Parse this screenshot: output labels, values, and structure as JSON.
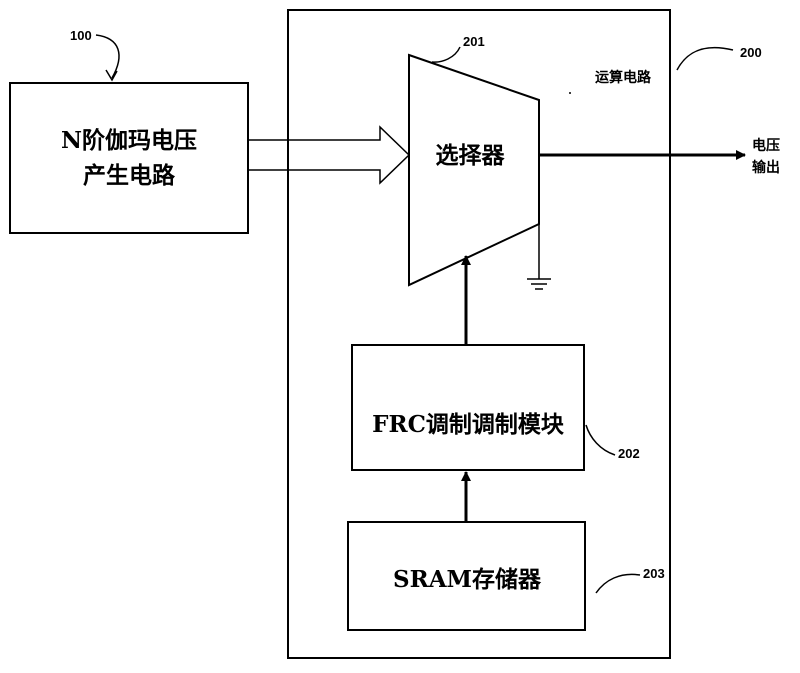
{
  "diagram": {
    "gamma_generator": {
      "ref": "100",
      "label_line1": "N阶伽玛电压",
      "label_line2": "产生电路"
    },
    "operation_circuit": {
      "ref": "200",
      "label": "运算电路"
    },
    "selector": {
      "ref": "201",
      "label": "选择器"
    },
    "frc_module": {
      "ref": "202",
      "label": "FRC调制调制模块"
    },
    "sram": {
      "ref": "203",
      "label": "SRAM存储器"
    },
    "output": {
      "label_line1": "电压",
      "label_line2": "输出"
    }
  }
}
